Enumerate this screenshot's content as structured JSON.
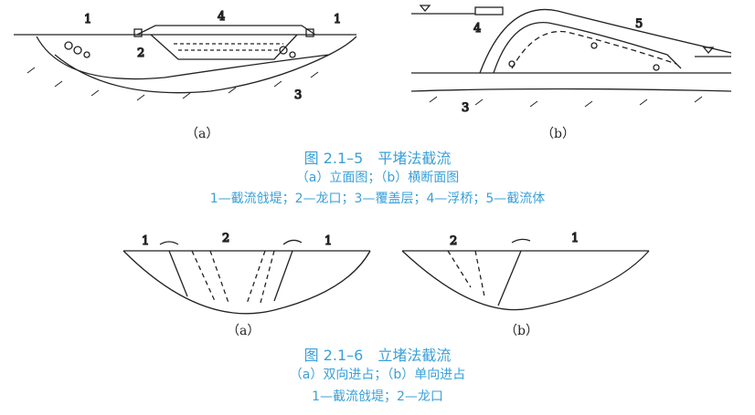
{
  "fig1": {
    "title": "图 2.1–5　平堵法截流",
    "subtitle": "（a）立面图；（b）横断面图",
    "legend": "1—截流戗堤；2—龙口；3—覆盖层；4—浮桥；5—截流体",
    "panel_a": {
      "label": "（a）",
      "callouts": [
        "1",
        "4",
        "1",
        "2",
        "3"
      ]
    },
    "panel_b": {
      "label": "（b）",
      "callouts": [
        "4",
        "5",
        "3"
      ]
    }
  },
  "fig2": {
    "title": "图 2.1–6　立堵法截流",
    "subtitle": "（a）双向进占；（b）单向进占",
    "legend": "1—截流戗堤；2—龙口",
    "panel_a": {
      "label": "（a）",
      "callouts": [
        "1",
        "2",
        "1"
      ]
    },
    "panel_b": {
      "label": "（b）",
      "callouts": [
        "2",
        "1"
      ]
    }
  },
  "colors": {
    "caption": "#3aa0d8",
    "line": "#222222"
  }
}
